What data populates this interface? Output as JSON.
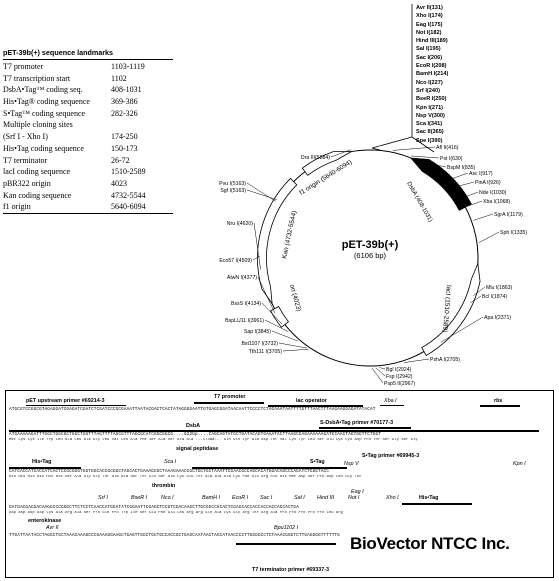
{
  "landmarks": {
    "title": "pET-39b(+) sequence landmarks",
    "rows": [
      {
        "label": "T7 promoter",
        "value": "1103-1119"
      },
      {
        "label": "T7 transcription start",
        "value": "1102"
      },
      {
        "label": "DsbA•Tag™ coding seq.",
        "value": "408-1031"
      },
      {
        "label": "His•Tag® coding sequence",
        "value": "369-386"
      },
      {
        "label": "S•Tag™ coding sequence",
        "value": "282-326"
      },
      {
        "label": "Multiple cloning sites",
        "value": ""
      },
      {
        "label": "(Srf I - Xho I)",
        "value": "174-250"
      },
      {
        "label": "His•Tag coding sequence",
        "value": "150-173"
      },
      {
        "label": "T7 terminator",
        "value": "26-72"
      },
      {
        "label": "lacI coding sequence",
        "value": "1510-2589"
      },
      {
        "label": "pBR322 origin",
        "value": "4023"
      },
      {
        "label": "Kan coding sequence",
        "value": "4732-5544"
      },
      {
        "label": "f1 origin",
        "value": "5640-6094"
      }
    ]
  },
  "mcs_sites": [
    "Avr II(131)",
    "Xho I(174)",
    "Eag I(175)",
    "Not I(182)",
    "Hind III(189)",
    "Sal I(195)",
    "Sac I(206)",
    "EcoR I(208)",
    "BamH I(214)",
    "Nco I(227)",
    "Srf I(240)",
    "BseR I(250)",
    "Kpn I(271)",
    "Nsp V(300)",
    "Sca I(341)",
    "Sac II(365)",
    "Spe I(390)"
  ],
  "map": {
    "name": "pET-39b(+)",
    "size": "(6106 bp)",
    "features": {
      "dsba": "DsbA (408-1031)",
      "f1": "f1 origin (5640-6094)",
      "kan": "Kan (4732-5544)",
      "ori": "ori (4023)",
      "laci": "lacI (1510-2589)"
    },
    "sites": [
      {
        "name": "Dra III(5884)",
        "side": "left"
      },
      {
        "name": "Afl II(416)",
        "side": "right"
      },
      {
        "name": "Pst I(630)",
        "side": "right"
      },
      {
        "name": "BspM I(835)",
        "side": "right"
      },
      {
        "name": "Asc I(917)",
        "side": "right"
      },
      {
        "name": "PinA I(926)",
        "side": "right"
      },
      {
        "name": "Nde I(1030)",
        "side": "right"
      },
      {
        "name": "Xba I(1068)",
        "side": "right"
      },
      {
        "name": "SgrA I(1179)",
        "side": "right"
      },
      {
        "name": "Sph I(1335)",
        "side": "right"
      },
      {
        "name": "Mlu I(1863)",
        "side": "right"
      },
      {
        "name": "Bcl I(1874)",
        "side": "right"
      },
      {
        "name": "Apa I(2371)",
        "side": "right"
      },
      {
        "name": "PshA I(2705)",
        "side": "right"
      },
      {
        "name": "Bgl I(2924)",
        "side": "right"
      },
      {
        "name": "Fsp I(2942)",
        "side": "right"
      },
      {
        "name": "Psp5 II(2967)",
        "side": "right"
      },
      {
        "name": "Pvu I(5163)",
        "side": "left"
      },
      {
        "name": "Sgf I(5163)",
        "side": "left"
      },
      {
        "name": "Nru I(4620)",
        "side": "left"
      },
      {
        "name": "Eco57 I(4509)",
        "side": "left"
      },
      {
        "name": "AlwN I(4377)",
        "side": "left"
      },
      {
        "name": "BssS I(4134)",
        "side": "left"
      },
      {
        "name": "BspLU11 I(3961)",
        "side": "left"
      },
      {
        "name": "Sap I(3845)",
        "side": "left"
      },
      {
        "name": "Bst1107 I(3732)",
        "side": "left"
      },
      {
        "name": "Tth111 I(3705)",
        "side": "left"
      }
    ]
  },
  "sequence": {
    "labels": {
      "t7prom": "T7 promoter",
      "primer1": "pET upstream primer #69214-3",
      "xbai": "Xba I",
      "lacop": "lac operator",
      "rbs": "rbs",
      "dsbaprimer": "S-DsbA•Tag primer #70177-3",
      "dsba": "DsbA",
      "sigpep": "signal peptidase",
      "histag1": "His•Tag",
      "scai": "Sca I",
      "stag": "S•Tag",
      "stagprimer": "S•Tag primer #69945-3",
      "nspv": "Nsp V",
      "kpni": "Kpn I",
      "thrombin": "thrombin",
      "srfi": "Srf I",
      "bseri": "BseR I",
      "ncoi": "Nco I",
      "bamhi": "BamH I",
      "ecori": "EcoR I",
      "saci": "Sac I",
      "sali": "Sal I",
      "hindiii": "Hind III",
      "eagi": "Eag I",
      "noti": "Not I",
      "xhoi": "Xho I",
      "histag2": "His•Tag",
      "enterokinase": "enterokinase",
      "avrii": "Avr II",
      "bpu": "Bpu1102 I",
      "t7term": "T7 terminator primer #69337-3"
    },
    "line1": "ATGCGTCCGGCGTAGAGGATCGAGATCGATCTCGATCCCGCGAAATTAATACGACTCACTATAGGGGAATTGTGAGCGGATAACAATTCCCCTCTAGAAATAATTTTGTTTAACTTTAAGAAGGAGATATACAT",
    "line2": "ATGAAAAAGATTTGGCTGGCGCTGGCTGGTTTAGTTTTAGCGTTTAGCGCATCGGCGGCG....622bp....CAGCAGTATGCTGATACAGTGAAATACTTAAGCGAGAAAAAAGATCCAACTAGTGGTTCTGGT",
    "aa2": "Met Lys Lys Ile Trp Leu Ala Leu Ala Gly Leu Val Leu Ala Phe Ser Ala Ser Ala Ala ...174aa... Gln Gln Tyr Ala Asp Thr Val Lys Tyr Leu Ser Glu Lys Lys Asp Pro Thr Ser Gly Ser Gly",
    "line3": "CATCACCATCACCATCACTCCGCGGGTGGTGGCACCGCGGCTAGCACTGAAAGCGCTAAAGAAACCGCTGCTGCTAAATTCGAACGCCAGCACATGGACAGCCCAGATCTGGGTACC",
    "aa3": "His His His His His His Ser Ala Gly Gly Thr Ala Ala Ser Thr Glu Ser Ala Lys Glu Thr Ala Ala Ala Lys Phe Glu Arg Gln His Met Asp Ser Pro Asp Leu Gly Thr",
    "line4": "GATGACGACGACAAGGCCCGGGCTTCTCCTCAACCATGGATATCGGAATTCGAGCTCCGTCGACAAGCTTGCGGCCGCACTCGAGCACCACCACCACCACCACTGA",
    "aa4": "Asp Asp Asp Asp Lys Ala Arg Ala Ser Pro Gln Pro Trp Ile Ser Glu Phe Glu Leu Arg Arg Gln Ala Cys Gly Arg Thr Arg Ala Pro Pro Pro Pro Pro Leu Arg",
    "line5": "TTGATTAATACCTAGGCTGCTAAACAAAGCCCGAAAGGAAGCTGAGTTGGCTGCTGCCACCGCTGAGCAATAACTAGCATAACCCCTTGGGGCCTCTAAACGGGTCTTGAGGGGTTTTTTG",
    "brand": "BioVector NTCC Inc."
  }
}
